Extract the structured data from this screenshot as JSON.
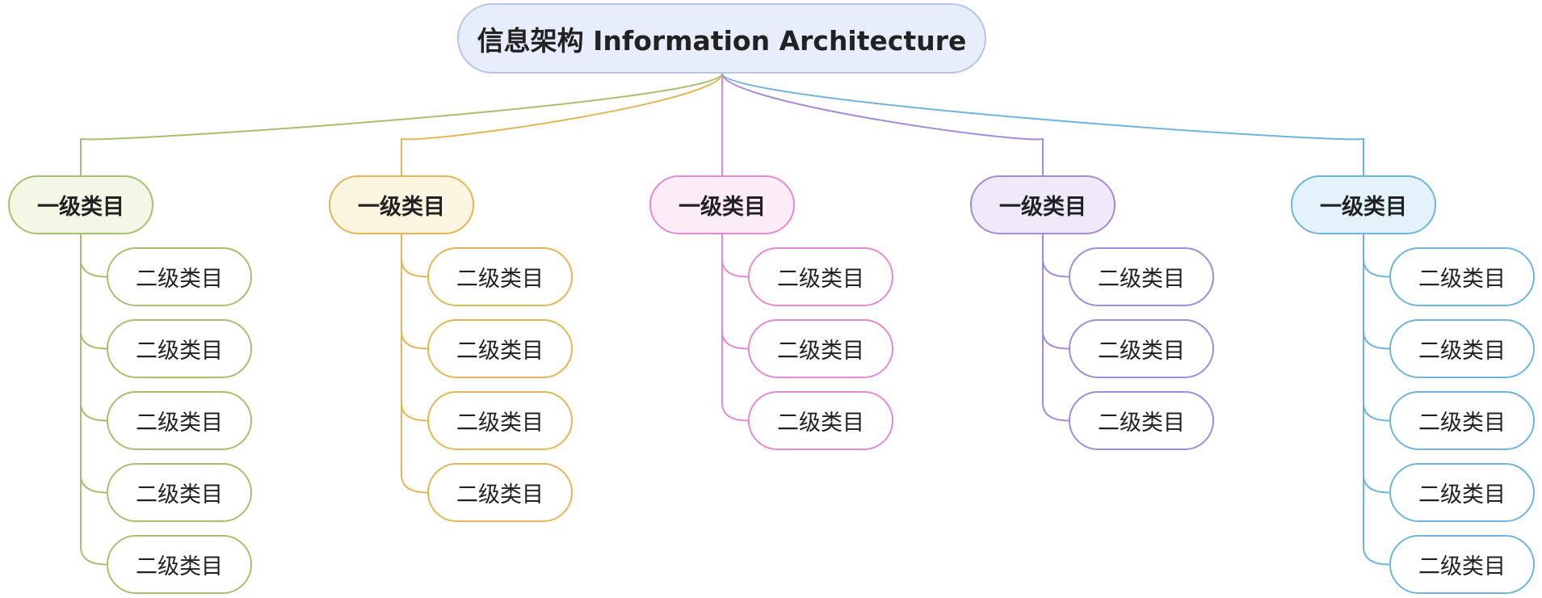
{
  "root": {
    "label": "信息架构 Information Architecture",
    "color": "#b7c4ee",
    "fill": "#e8edfb"
  },
  "branches": [
    {
      "label": "一级类目",
      "color": "#a7c06e",
      "fill": "#f3f8e6",
      "children": [
        "二级类目",
        "二级类目",
        "二级类目",
        "二级类目",
        "二级类目"
      ]
    },
    {
      "label": "一级类目",
      "color": "#e3b656",
      "fill": "#fcf5df",
      "children": [
        "二级类目",
        "二级类目",
        "二级类目",
        "二级类目"
      ]
    },
    {
      "label": "一级类目",
      "color": "#e58ad0",
      "fill": "#fbecf7",
      "children": [
        "二级类目",
        "二级类目",
        "二级类目"
      ]
    },
    {
      "label": "一级类目",
      "color": "#a48ad9",
      "fill": "#efe9f9",
      "children": [
        "二级类目",
        "二级类目",
        "二级类目"
      ]
    },
    {
      "label": "一级类目",
      "color": "#6fb4dd",
      "fill": "#e4f3fb",
      "children": [
        "二级类目",
        "二级类目",
        "二级类目",
        "二级类目",
        "二级类目"
      ]
    }
  ]
}
